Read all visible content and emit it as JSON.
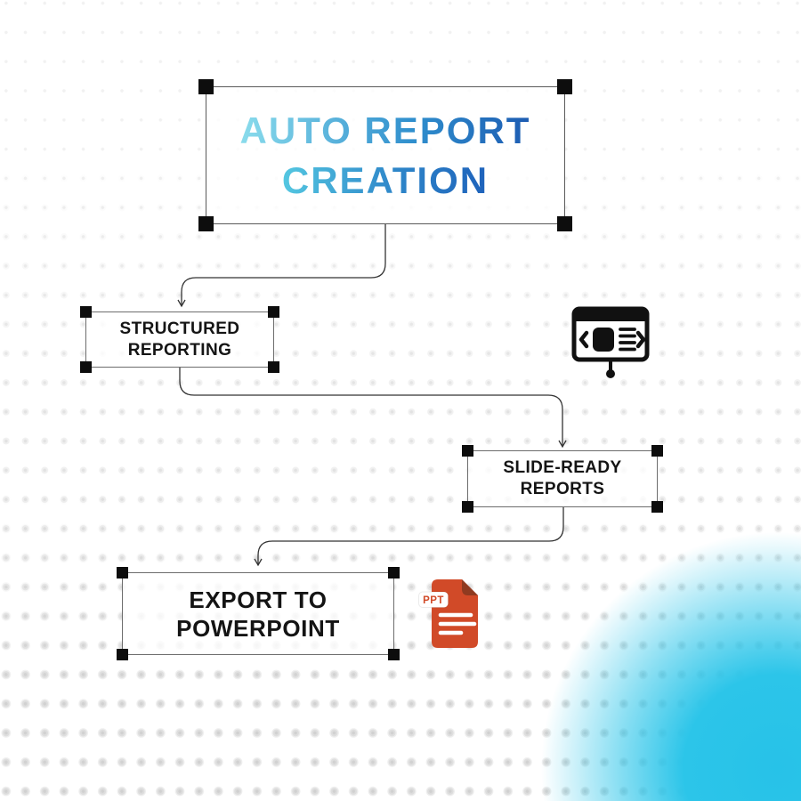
{
  "title": {
    "line1": "AUTO REPORT",
    "line2": "CREATION"
  },
  "nodes": {
    "structured": {
      "line1": "STRUCTURED",
      "line2": "REPORTING"
    },
    "slide_ready": {
      "line1": "SLIDE-READY",
      "line2": "REPORTS"
    },
    "export": {
      "line1": "EXPORT TO",
      "line2": "POWERPOINT"
    }
  },
  "edges": [
    {
      "from": "title",
      "to": "structured"
    },
    {
      "from": "structured",
      "to": "slide_ready"
    },
    {
      "from": "slide_ready",
      "to": "export"
    }
  ],
  "icons": {
    "presentation_screen": "presentation-screen-icon",
    "ppt_file": {
      "name": "ppt-file-icon",
      "badge_label": "PPT"
    }
  },
  "colors": {
    "title_gradient_start": "#8adcec",
    "title_gradient_mid": "#2f8ecd",
    "title_gradient_end": "#1d5cb2",
    "accent_glow": "#29c4e9",
    "ppt_red": "#d14a28",
    "ppt_fold": "#8f3a20",
    "connector": "#333333",
    "handle": "#0d0d0d",
    "box_border": "#6d6d6d",
    "label_text": "#141414",
    "dot_grid": "#ebebeb"
  }
}
